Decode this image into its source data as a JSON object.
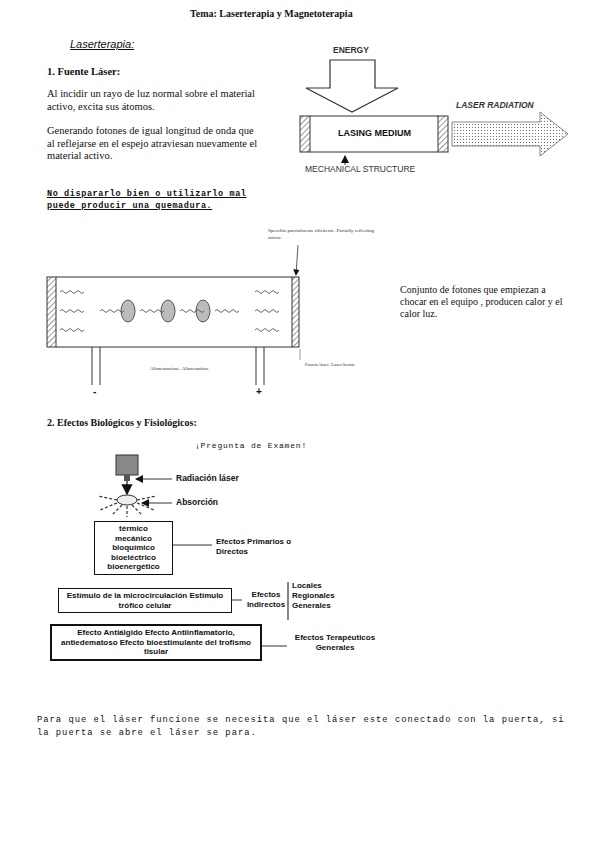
{
  "diagram": {
    "title": "Tema: Laserterapia y Magnetoterapia",
    "nodes": [
      {
        "text": [
          "LASING MEDIUM"
        ]
      },
      {
        "text": [
          "térmico mecánico bioquímico bioeléctrico bioenergético"
        ]
      },
      {
        "text": [
          "Estímulo de la microcirculación Estímulo trófico celular"
        ]
      },
      {
        "text": [
          "Efecto Antiálgido Efecto Antiinflamatorio, antiedematoso Efecto bioestimulante del trofismo tisular"
        ]
      }
    ],
    "labels": [
      "Laserterapia:",
      "1. Fuente Láser:",
      "Al incidir un rayo de luz normal sobre el material activo, excita sus átomos.",
      "Generando fotones de igual longitud de onda que al reflejarse en el espejo atraviesan nuevamente el material activo.",
      "No dispararlo bien o utilizarlo mal puede producir una quemadura.",
      "ENERGY",
      "LASER RADIATION",
      "MECHANICAL STRUCTURE",
      "Specchio parzialmente riflettente. Partially reflecting mirror.",
      "Alimentazione. Alimentation.",
      "-",
      "+",
      "Fascio laser. Laser beam.",
      "Conjunto de fotones que empiezan a chocar en el equipo , producen calor y el calor luz.",
      "2. Efectos Biológicos y Fisiológicos:",
      "¡Pregunta de Examen!",
      "Radiación láser",
      "Absorción",
      "Efectos Primarios o Directos",
      "Efectos Indirectos",
      "Locales Regionales Generales",
      "Efectos Terapéuticos Generales",
      "Para que el láser funcione se necesita que el láser este conectado con la puerta, si la puerta se abre el láser se para."
    ]
  }
}
